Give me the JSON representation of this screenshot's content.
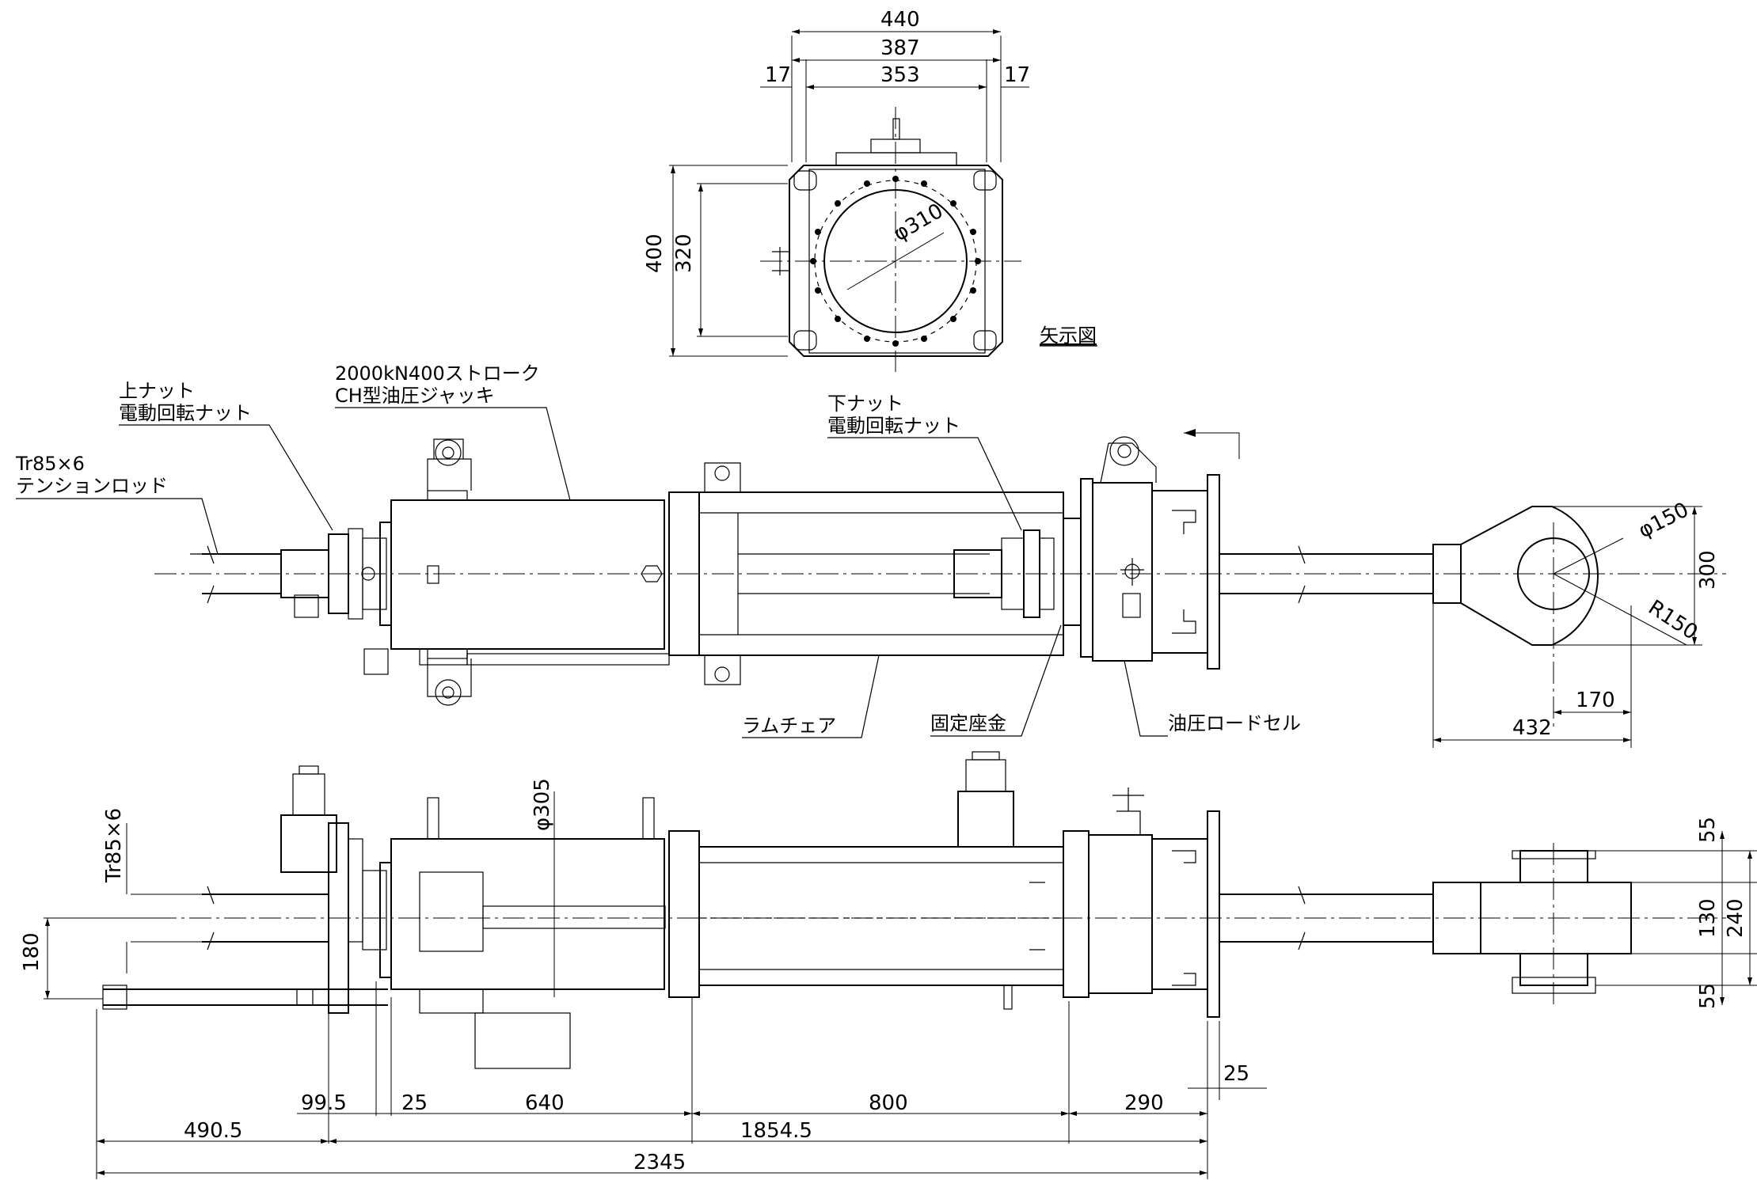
{
  "arrow_view": {
    "dims": {
      "w440": "440",
      "w387": "387",
      "w353": "353",
      "left17": "17",
      "right17": "17",
      "h400": "400",
      "h320": "320",
      "dia310": "φ310"
    },
    "label": "矢示図"
  },
  "labels": {
    "jack_line1": "2000kN400ストローク",
    "jack_line2": "CH型油圧ジャッキ",
    "upper_nut_line1": "上ナット",
    "upper_nut_line2": "電動回転ナット",
    "rod_line1": "Tr85×6",
    "rod_line2": "テンションロッド",
    "lower_nut_line1": "下ナット",
    "lower_nut_line2": "電動回転ナット",
    "ram_chair": "ラムチェア",
    "fixed_washer": "固定座金",
    "load_cell": "油圧ロードセル"
  },
  "plan_dims": {
    "dia150": "φ150",
    "h300": "300",
    "r150": "R150",
    "d170": "170",
    "d432": "432"
  },
  "side_dims": {
    "dia305": "φ305",
    "tr": "Tr85×6",
    "h180": "180",
    "d99_5": "99.5",
    "d25a": "25",
    "d640": "640",
    "d800": "800",
    "d290": "290",
    "d25b": "25",
    "d490_5": "490.5",
    "d1854_5": "1854.5",
    "d2345": "2345",
    "r55a": "55",
    "r130": "130",
    "r240": "240",
    "r55b": "55"
  }
}
